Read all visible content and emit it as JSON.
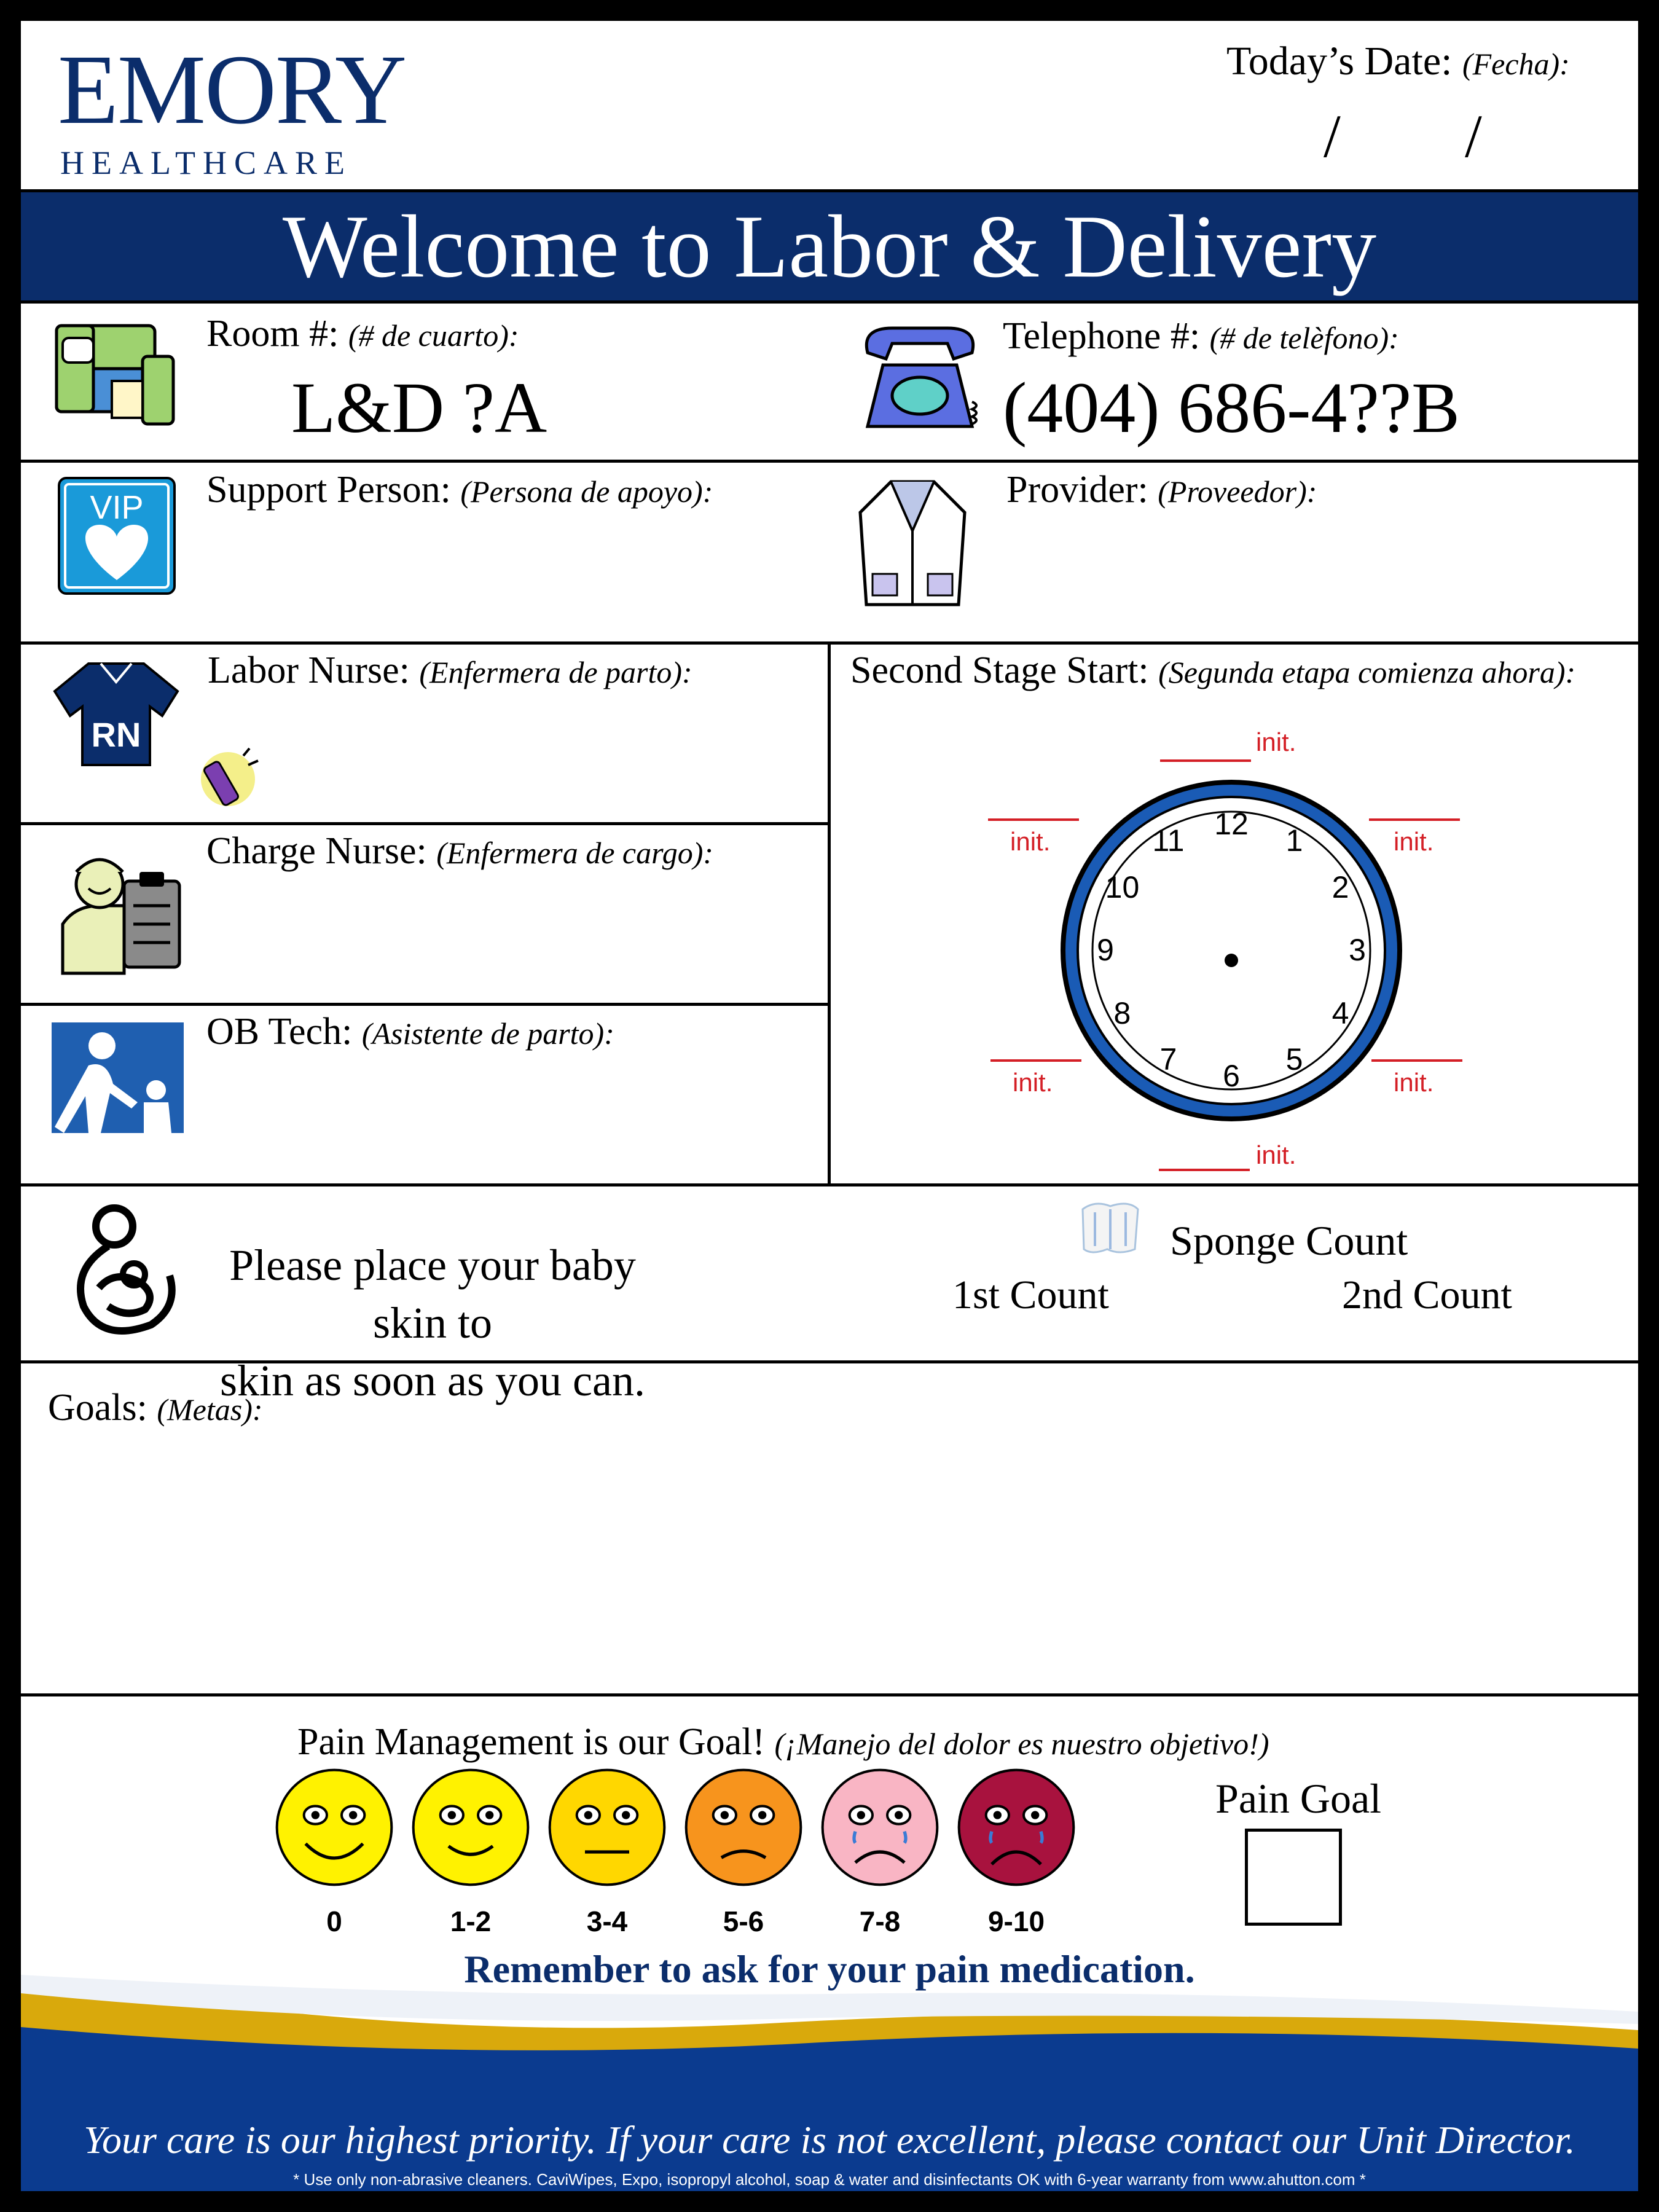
{
  "header": {
    "logo_top": "EMORY",
    "logo_bottom": "HEALTHCARE",
    "date_label": "Today’s Date:",
    "date_label_es": "(Fecha):",
    "date_sep1": "/",
    "date_sep2": "/"
  },
  "banner": {
    "title": "Welcome to Labor & Delivery"
  },
  "room": {
    "label": "Room #:",
    "label_es": "(# de cuarto):",
    "value": "L&D ?A",
    "icon": "hospital-bed-icon"
  },
  "telephone": {
    "label": "Telephone #:",
    "label_es": "(# de telèfono):",
    "value": "(404) 686-4??B",
    "icon": "telephone-icon"
  },
  "support_person": {
    "label": "Support Person:",
    "label_es": "(Persona de apoyo):",
    "icon_text": "VIP",
    "icon": "vip-heart-icon"
  },
  "provider": {
    "label": "Provider:",
    "label_es": "(Proveedor):",
    "icon": "lab-coat-icon"
  },
  "labor_nurse": {
    "label": "Labor Nurse:",
    "label_es": "(Enfermera de parto):",
    "icon_text": "RN",
    "icon": "rn-scrubs-icon",
    "phone_icon": "cell-phone-icon"
  },
  "charge_nurse": {
    "label": "Charge Nurse:",
    "label_es": "(Enfermera de cargo):",
    "icon": "nurse-clipboard-icon"
  },
  "ob_tech": {
    "label": "OB Tech:",
    "label_es": "(Asistente de parto):",
    "icon": "helper-icon"
  },
  "second_stage": {
    "label": "Second Stage Start:",
    "label_es": "(Segunda etapa comienza ahora):",
    "init_label": "init.",
    "clock_numbers": [
      "12",
      "1",
      "2",
      "3",
      "4",
      "5",
      "6",
      "7",
      "8",
      "9",
      "10",
      "11"
    ]
  },
  "skin_to_skin": {
    "line1": "Please place your baby skin to",
    "line2": "skin as soon as you can.",
    "icon": "mother-baby-icon"
  },
  "sponge_count": {
    "title": "Sponge Count",
    "first": "1st Count",
    "second": "2nd Count",
    "icon": "sponge-icon"
  },
  "goals": {
    "label": "Goals:",
    "label_es": "(Metas):"
  },
  "pain": {
    "title": "Pain Management is our Goal!",
    "title_es": "(¡Manejo del dolor es nuestro objetivo!)",
    "goal_label": "Pain Goal",
    "reminder": "Remember to ask for your pain medication.",
    "faces": [
      {
        "label": "0",
        "color": "#fff200"
      },
      {
        "label": "1-2",
        "color": "#fff200"
      },
      {
        "label": "3-4",
        "color": "#ffd700"
      },
      {
        "label": "5-6",
        "color": "#f7941d"
      },
      {
        "label": "7-8",
        "color": "#f9b5c4"
      },
      {
        "label": "9-10",
        "color": "#a8123e"
      }
    ]
  },
  "footer": {
    "message": "Your care is our highest priority. If your care is not excellent, please contact our Unit Director.",
    "disclaimer": "* Use only non-abrasive cleaners. CaviWipes, Expo, isopropyl alcohol, soap & water and disinfectants OK with 6-year warranty from www.ahutton.com *"
  },
  "colors": {
    "navy": "#0b2d6b",
    "gold": "#d9a90c",
    "clock_blue": "#1a5bb5",
    "red": "#d41f26"
  }
}
